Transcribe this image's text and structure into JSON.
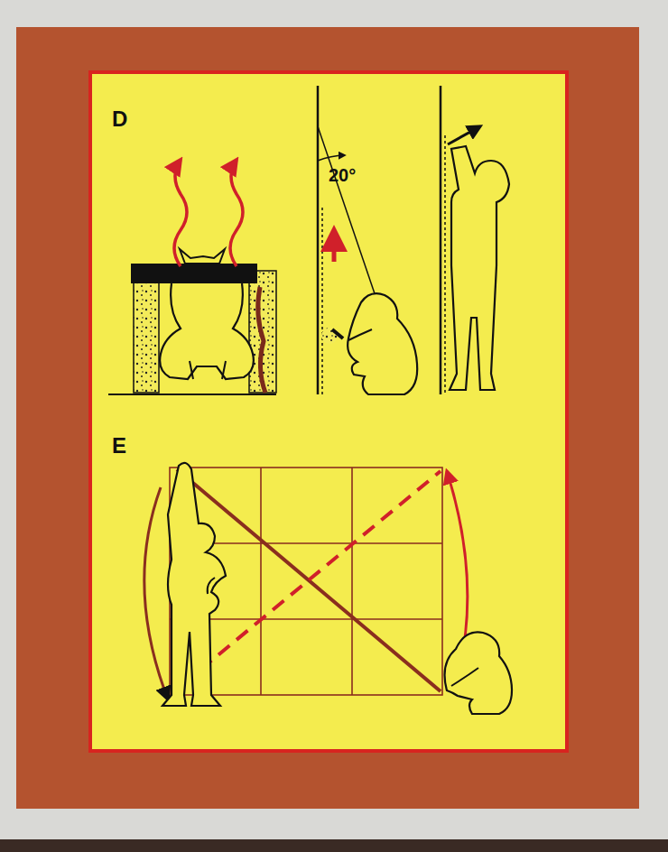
{
  "diagram": {
    "labels": [
      "D",
      "20°",
      "E"
    ]
  }
}
